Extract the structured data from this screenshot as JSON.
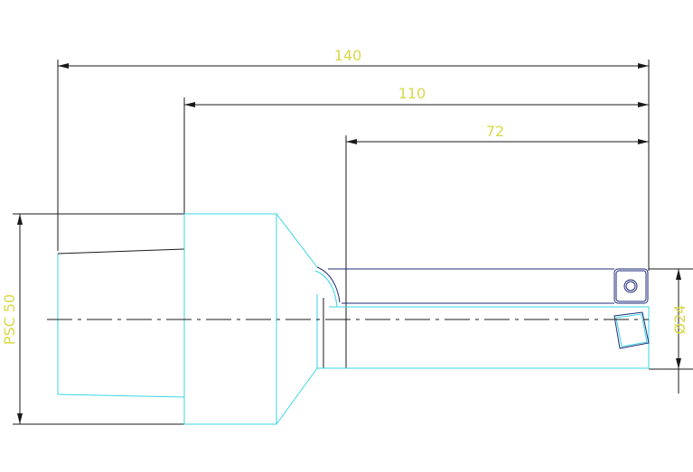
{
  "drawing": {
    "dimensions": {
      "overall_length": "140",
      "mid_length": "110",
      "short_length": "72",
      "shank_label": "PSC 50",
      "diameter": "Ø24"
    },
    "colors": {
      "background": "#ffffff",
      "dimension_lines": "#1a1a1a",
      "dimension_text": "#d8d84a",
      "hidden_outline": "#39d6e6",
      "insert_outline": "#1f2a78"
    }
  }
}
